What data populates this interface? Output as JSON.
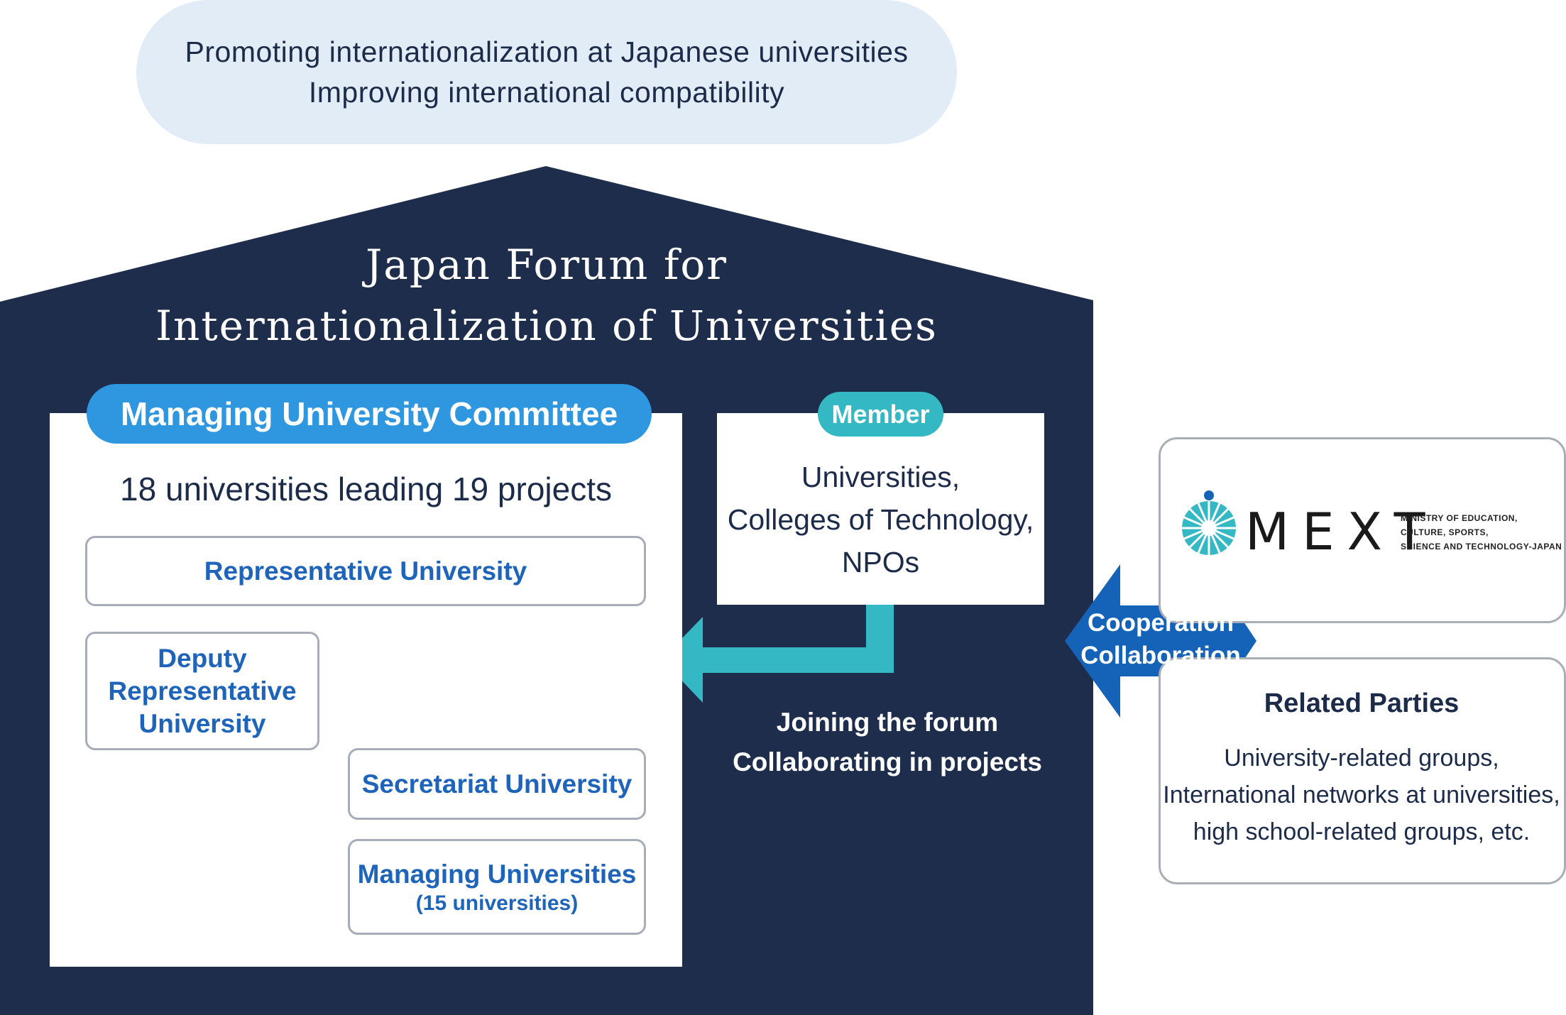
{
  "goal": {
    "line1": "Promoting  internationalization at Japanese universities",
    "line2": "Improving international compatibility"
  },
  "forum": {
    "title_line1": "Japan Forum for",
    "title_line2": "Internationalization of Universities"
  },
  "committee": {
    "label": "Managing University Committee",
    "summary": "18 universities leading 19 projects",
    "representative": "Representative University",
    "deputy": [
      "Deputy",
      "Representative",
      "University"
    ],
    "secretariat": "Secretariat University",
    "managing": "Managing Universities",
    "managing_count": "(15 universities)"
  },
  "member": {
    "label": "Member",
    "lines": [
      "Universities,",
      "Colleges of Technology,",
      "NPOs"
    ]
  },
  "joining": {
    "line1": "Joining the forum",
    "line2": "Collaborating in projects"
  },
  "cooperation": {
    "line1": "Cooperation",
    "line2": "Collaboration"
  },
  "mext": {
    "word": "MEXT",
    "sub": [
      "MINISTRY OF EDUCATION,",
      "CULTURE, SPORTS,",
      "SCIENCE AND TECHNOLOGY-JAPAN"
    ]
  },
  "related": {
    "title": "Related Parties",
    "lines": [
      "University-related groups,",
      "International networks at universities,",
      "high school-related groups, etc."
    ]
  },
  "colors": {
    "navy": "#1e2d4b",
    "committee_blue": "#2f96e0",
    "member_teal": "#34b8c4",
    "arrow_blue": "#1562b9",
    "goal_bg": "#e2ecf6",
    "text_blue": "#1d64ba"
  }
}
